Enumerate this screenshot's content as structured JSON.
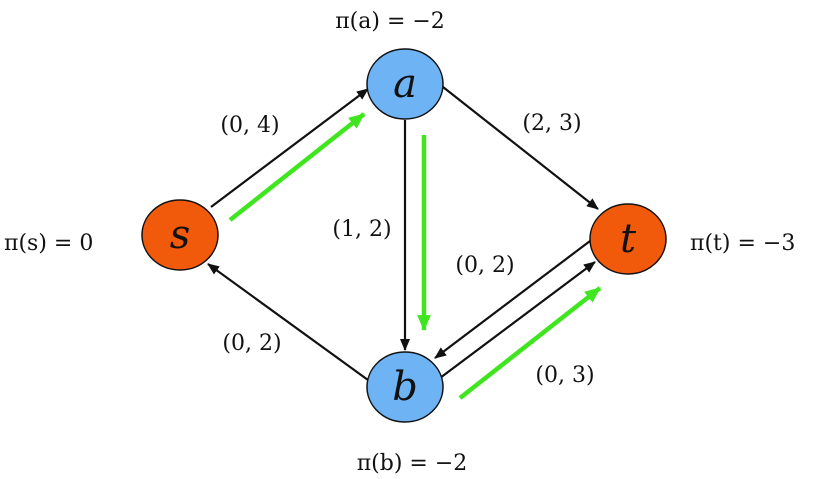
{
  "nodes": {
    "s": {
      "label": "s",
      "potential": "π(s) = 0",
      "color": "#f25a0b"
    },
    "a": {
      "label": "a",
      "potential": "π(a) = −2",
      "color": "#6eb4f5"
    },
    "b": {
      "label": "b",
      "potential": "π(b) = −2",
      "color": "#6eb4f5"
    },
    "t": {
      "label": "t",
      "potential": "π(t) = −3",
      "color": "#f25a0b"
    }
  },
  "edges": {
    "s_a": {
      "label": "(0, 4)"
    },
    "a_t": {
      "label": "(2, 3)"
    },
    "a_b": {
      "label": "(1, 2)"
    },
    "t_b": {
      "label": "(0, 2)"
    },
    "b_s": {
      "label": "(0, 2)"
    },
    "b_t": {
      "label": "(0, 3)"
    }
  },
  "colors": {
    "edge": "#111111",
    "flow_path": "#3fe61f",
    "terminal_node": "#f25a0b",
    "inner_node": "#6eb4f5"
  }
}
